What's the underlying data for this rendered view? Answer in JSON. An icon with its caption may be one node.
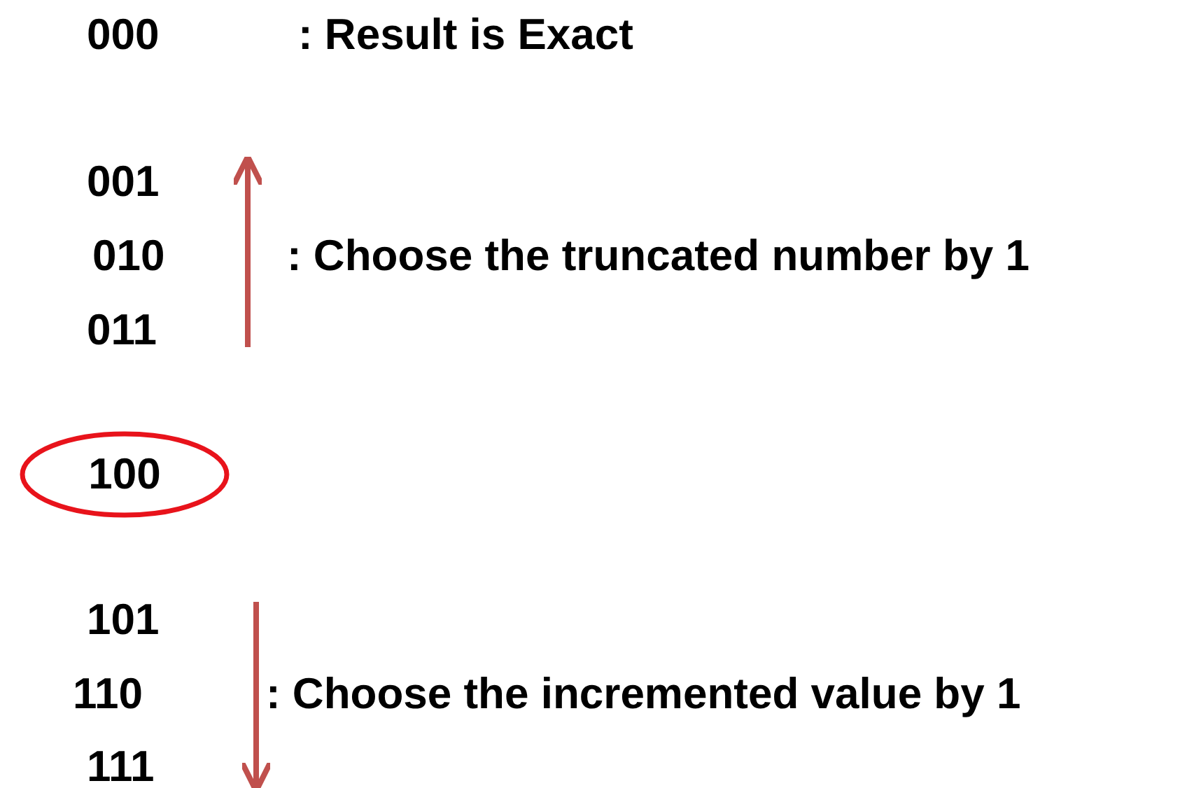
{
  "diagram": {
    "nodes": [
      {
        "text": [
          "100"
        ]
      }
    ],
    "labels": [
      "000",
      ": Result is Exact",
      "001",
      "010",
      "011",
      ": Choose the truncated number by 1",
      "101",
      "110",
      "111",
      ": Choose the incremented value by 1"
    ]
  }
}
